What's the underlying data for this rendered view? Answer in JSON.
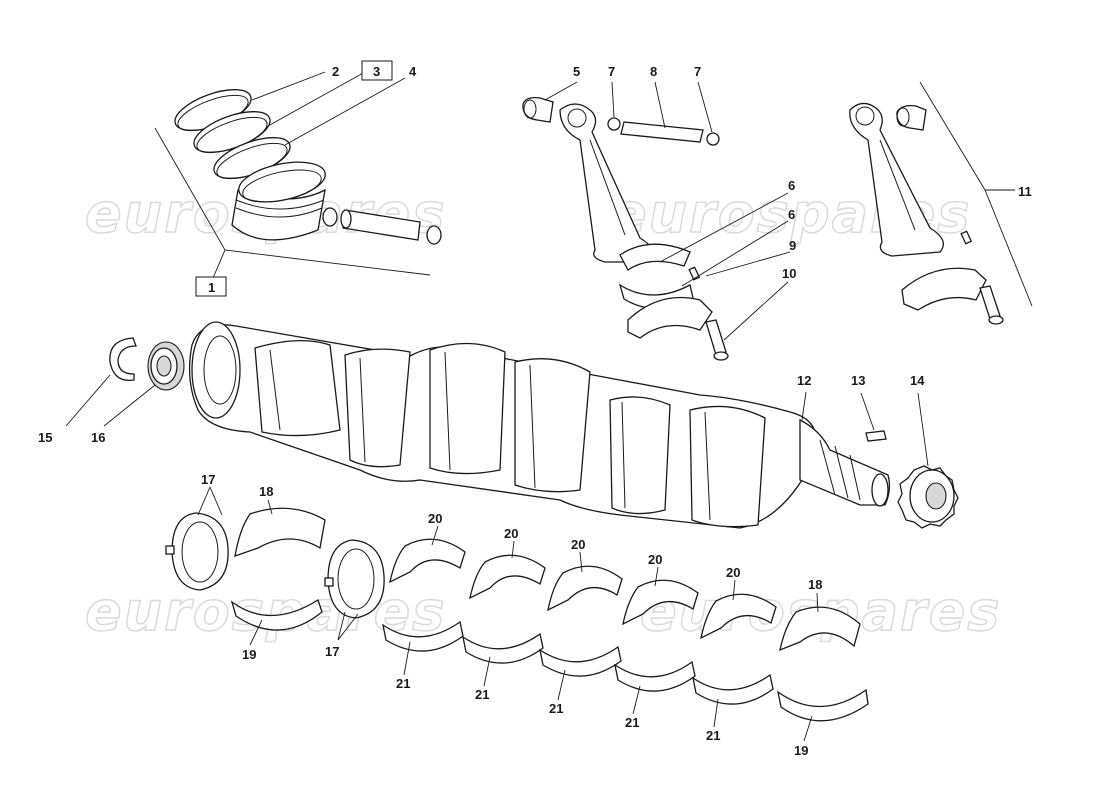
{
  "watermark": "eurospares",
  "callouts": {
    "c1": "1",
    "c2": "2",
    "c3": "3",
    "c4": "4",
    "c5": "5",
    "c6a": "6",
    "c6b": "6",
    "c7a": "7",
    "c7b": "7",
    "c8": "8",
    "c9": "9",
    "c10": "10",
    "c11": "11",
    "c12": "12",
    "c13": "13",
    "c14": "14",
    "c15": "15",
    "c16": "16",
    "c17a": "17",
    "c17b": "17",
    "c18a": "18",
    "c18b": "18",
    "c19a": "19",
    "c19b": "19",
    "c20a": "20",
    "c20b": "20",
    "c20c": "20",
    "c20d": "20",
    "c20e": "20",
    "c21a": "21",
    "c21b": "21",
    "c21c": "21",
    "c21d": "21",
    "c21e": "21"
  }
}
